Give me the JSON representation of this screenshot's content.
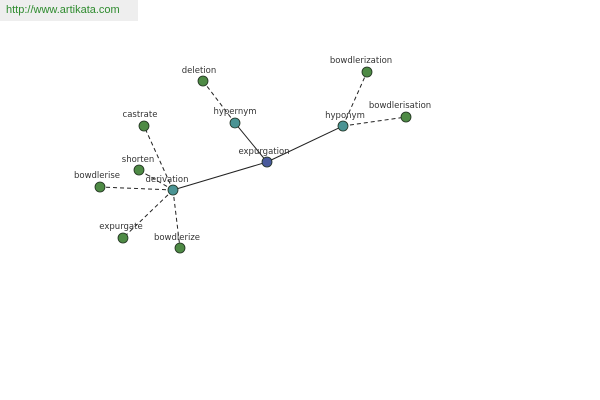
{
  "header": {
    "url": "http://www.artikata.com"
  },
  "graph": {
    "colors": {
      "root": "#4a5a9c",
      "hub": "#4b9494",
      "leaf": "#4e8a45",
      "edge": "#222222",
      "background": "#ffffff"
    },
    "nodes": [
      {
        "id": "expurgation",
        "label": "expurgation",
        "kind": "root"
      },
      {
        "id": "hypernym",
        "label": "hypernym",
        "kind": "hub"
      },
      {
        "id": "hyponym",
        "label": "hyponym",
        "kind": "hub"
      },
      {
        "id": "derivation",
        "label": "derivation",
        "kind": "hub"
      },
      {
        "id": "deletion",
        "label": "deletion",
        "kind": "leaf"
      },
      {
        "id": "bowdlerization",
        "label": "bowdlerization",
        "kind": "leaf"
      },
      {
        "id": "bowdlerisation",
        "label": "bowdlerisation",
        "kind": "leaf"
      },
      {
        "id": "castrate",
        "label": "castrate",
        "kind": "leaf"
      },
      {
        "id": "shorten",
        "label": "shorten",
        "kind": "leaf"
      },
      {
        "id": "bowdlerise",
        "label": "bowdlerise",
        "kind": "leaf"
      },
      {
        "id": "expurgate",
        "label": "expurgate",
        "kind": "leaf"
      },
      {
        "id": "bowdlerize",
        "label": "bowdlerize",
        "kind": "leaf"
      }
    ],
    "edges": [
      {
        "from": "expurgation",
        "to": "hypernym",
        "style": "solid"
      },
      {
        "from": "expurgation",
        "to": "hyponym",
        "style": "solid"
      },
      {
        "from": "expurgation",
        "to": "derivation",
        "style": "solid"
      },
      {
        "from": "hypernym",
        "to": "deletion",
        "style": "dashed"
      },
      {
        "from": "hyponym",
        "to": "bowdlerization",
        "style": "dashed"
      },
      {
        "from": "hyponym",
        "to": "bowdlerisation",
        "style": "dashed"
      },
      {
        "from": "derivation",
        "to": "castrate",
        "style": "dashed"
      },
      {
        "from": "derivation",
        "to": "shorten",
        "style": "dashed"
      },
      {
        "from": "derivation",
        "to": "bowdlerise",
        "style": "dashed"
      },
      {
        "from": "derivation",
        "to": "expurgate",
        "style": "dashed"
      },
      {
        "from": "derivation",
        "to": "bowdlerize",
        "style": "dashed"
      }
    ]
  }
}
